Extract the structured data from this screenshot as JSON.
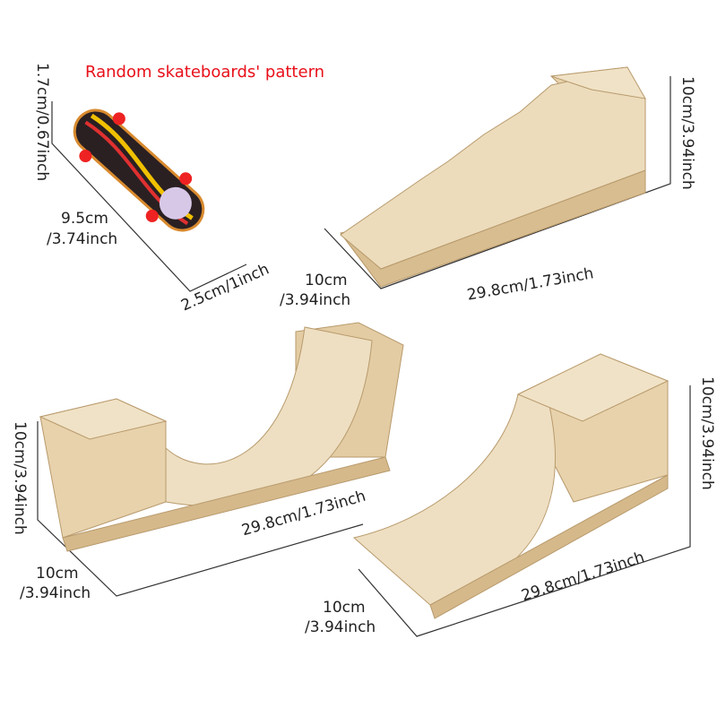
{
  "title": "Random skateboards' pattern",
  "colors": {
    "title": "#e8101a",
    "wood": "#e7d2ac",
    "wood_dark": "#c9ab7c"
  },
  "skateboard": {
    "height": "1.7cm/0.67inch",
    "length_cm": "9.5cm",
    "length_in": "/3.74inch",
    "width": "2.5cm/1inch"
  },
  "stairs_ramp": {
    "height": "10cm/3.94inch",
    "depth_cm": "10cm",
    "depth_in": "/3.94inch",
    "length": "29.8cm/1.73inch"
  },
  "half_pipe": {
    "height": "10cm/3.94inch",
    "depth_cm": "10cm",
    "depth_in": "/3.94inch",
    "length": "29.8cm/1.73inch"
  },
  "quarter_pipe": {
    "height": "10cm/3.94inch",
    "depth_cm": "10cm",
    "depth_in": "/3.94inch",
    "length": "29.8cm/1.73inch"
  }
}
